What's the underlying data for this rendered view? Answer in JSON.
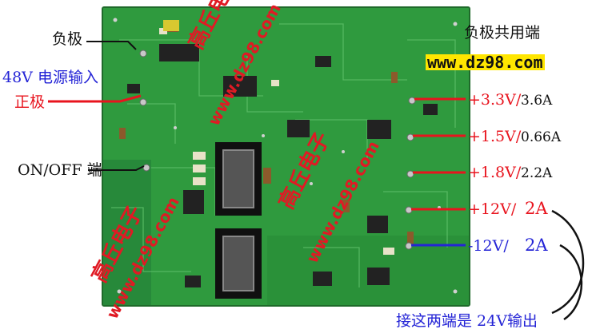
{
  "labels": {
    "negative": "负极",
    "input": "48V 电源输入",
    "positive": "正极",
    "onoff": "ON/OFF 端",
    "common": "负极共用端",
    "site": "www.dz98.com",
    "out33_v": "+3.3V/",
    "out33_a": "3.6A",
    "out15_v": "+1.5V/",
    "out15_a": "0.66A",
    "out18_v": "+1.8V/",
    "out18_a": "2.2A",
    "out12p_v": "+12V/",
    "out12p_a": "2A",
    "out12n_v": "-12V/",
    "out12n_a": "2A",
    "bottom_note": "接这两端是 24V输出"
  },
  "watermark": {
    "brand": "高丘电子",
    "site": "www.dz98.com"
  },
  "colors": {
    "pcb": "#2f9a3e",
    "red": "#e8141e",
    "blue": "#2424d6",
    "yellow_text": "#ffe600"
  }
}
